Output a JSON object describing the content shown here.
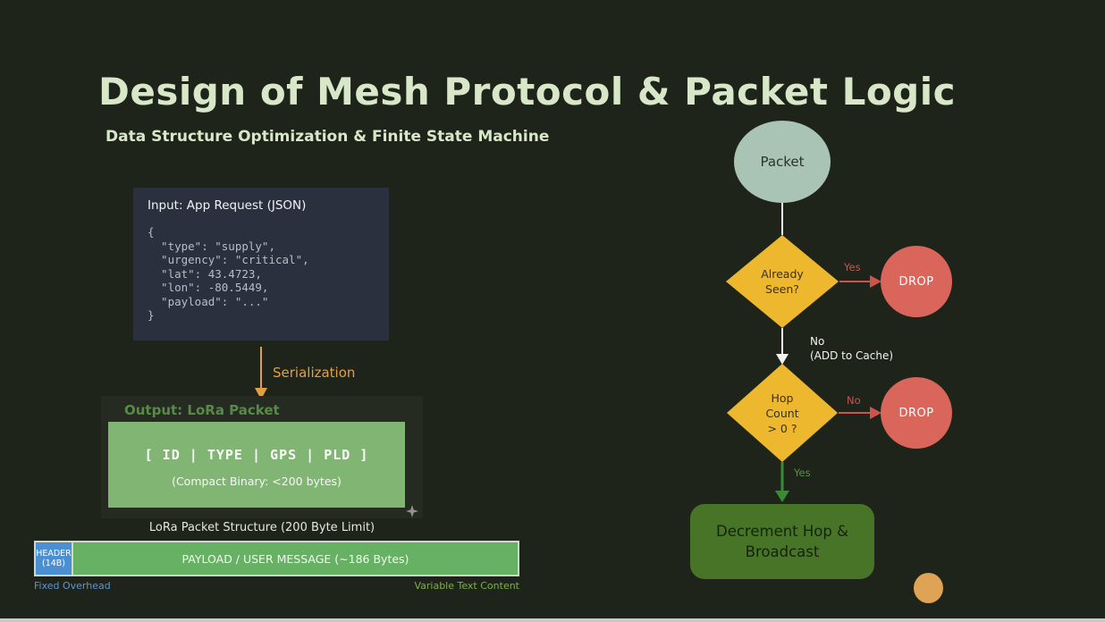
{
  "slide": {
    "title": "Design of Mesh Protocol & Packet Logic",
    "subtitle": "Data Structure Optimization & Finite State Machine"
  },
  "code_block": {
    "title": "Input: App Request (JSON)",
    "code": "{\n  \"type\": \"supply\",\n  \"urgency\": \"critical\",\n  \"lat\": 43.4723,\n  \"lon\": -80.5449,\n  \"payload\": \"...\"\n}"
  },
  "serialization": {
    "label": "Serialization"
  },
  "lora_packet": {
    "panel_title": "Output: LoRa Packet",
    "fields_line": "[ ID | TYPE | GPS | PLD ]",
    "binary_note": "(Compact Binary: <200 bytes)",
    "caption": "LoRa Packet Structure (200 Byte Limit)"
  },
  "byte_bar": {
    "header_label": "HEADER",
    "header_size": "(14B)",
    "payload_label": "PAYLOAD / USER MESSAGE (~186 Bytes)",
    "left_note": "Fixed Overhead",
    "right_note": "Variable Text Content"
  },
  "flowchart": {
    "start_label": "Packet",
    "decision1_label": "Already\nSeen?",
    "decision2_label": "Hop\nCount\n> 0 ?",
    "drop1_label": "DROP",
    "drop2_label": "DROP",
    "action_label": "Decrement Hop & Broadcast",
    "edge_yes1": "Yes",
    "edge_no1": "No\n(ADD to Cache)",
    "edge_no2": "No",
    "edge_yes2": "Yes"
  },
  "colors": {
    "background": "#1f241b",
    "heading_text": "#d9e7c9",
    "code_background": "#2b303f",
    "orange_accent": "#e2a043",
    "lora_box_green": "#80b573",
    "panel_title_green": "#578a49",
    "bar_blue": "#4a8fd2",
    "bar_green": "#66b164",
    "flow_yellow": "#edb72e",
    "flow_red": "#d9655b",
    "flow_sage": "#a9c3b5",
    "action_green": "#477427",
    "edge_red": "#cf5349",
    "edge_green": "#3a8c33",
    "edge_white": "#f2f2f2",
    "orange_dot": "#dfa355"
  }
}
